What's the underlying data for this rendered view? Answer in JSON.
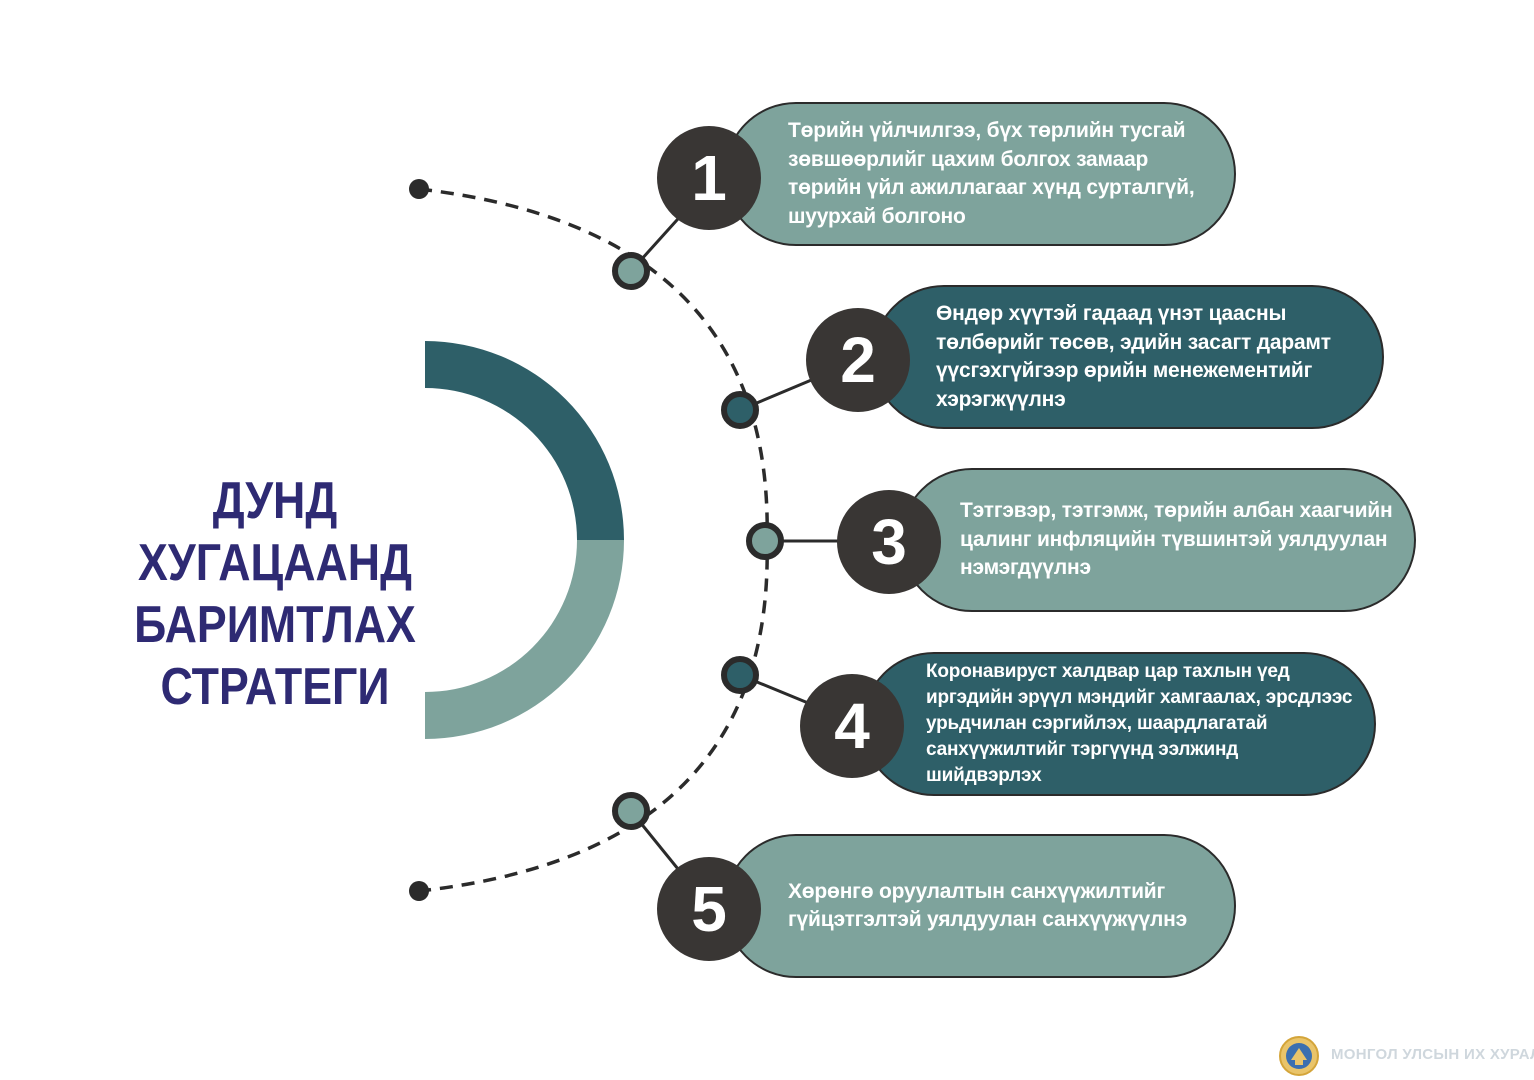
{
  "title": {
    "line1": "ДУНД ХУГАЦААНД",
    "line2": "БАРИМТЛАХ",
    "line3": "СТРАТЕГИ"
  },
  "colors": {
    "title": "#2e2a73",
    "light_teal": "#7ea39c",
    "dark_teal": "#2e5f68",
    "badge": "#393634"
  },
  "strategies": [
    {
      "number": "1",
      "text": "Төрийн үйлчилгээ, бүх төрлийн тусгай зөвшөөрлийг цахим болгох замаар төрийн үйл ажиллагааг хүнд сурталгүй, шуурхай болгоно",
      "style": "light"
    },
    {
      "number": "2",
      "text": "Өндөр хүүтэй гадаад үнэт цаасны төлбөрийг төсөв, эдийн засагт дарамт үүсгэхгүйгээр өрийн менежементийг хэрэгжүүлнэ",
      "style": "dark"
    },
    {
      "number": "3",
      "text": "Тэтгэвэр, тэтгэмж, төрийн албан хаагчийн цалинг инфляцийн түвшинтэй уялдуулан нэмэгдүүлнэ",
      "style": "light"
    },
    {
      "number": "4",
      "text": "Коронавируст халдвар цар тахлын үед иргэдийн эрүүл мэндийг хамгаалах, эрсдлээс урьдчилан сэргийлэх, шаардлагатай санхүүжилтийг тэргүүнд ээлжинд шийдвэрлэх",
      "style": "dark"
    },
    {
      "number": "5",
      "text": "Хөрөнгө оруулалтын санхүүжилтийг гүйцэтгэлтэй уялдуулан санхүүжүүлнэ",
      "style": "light"
    }
  ],
  "footer": {
    "text": "МОНГОЛ УЛСЫН ИХ ХУРАЛ",
    "logo": "state-emblem-icon"
  }
}
